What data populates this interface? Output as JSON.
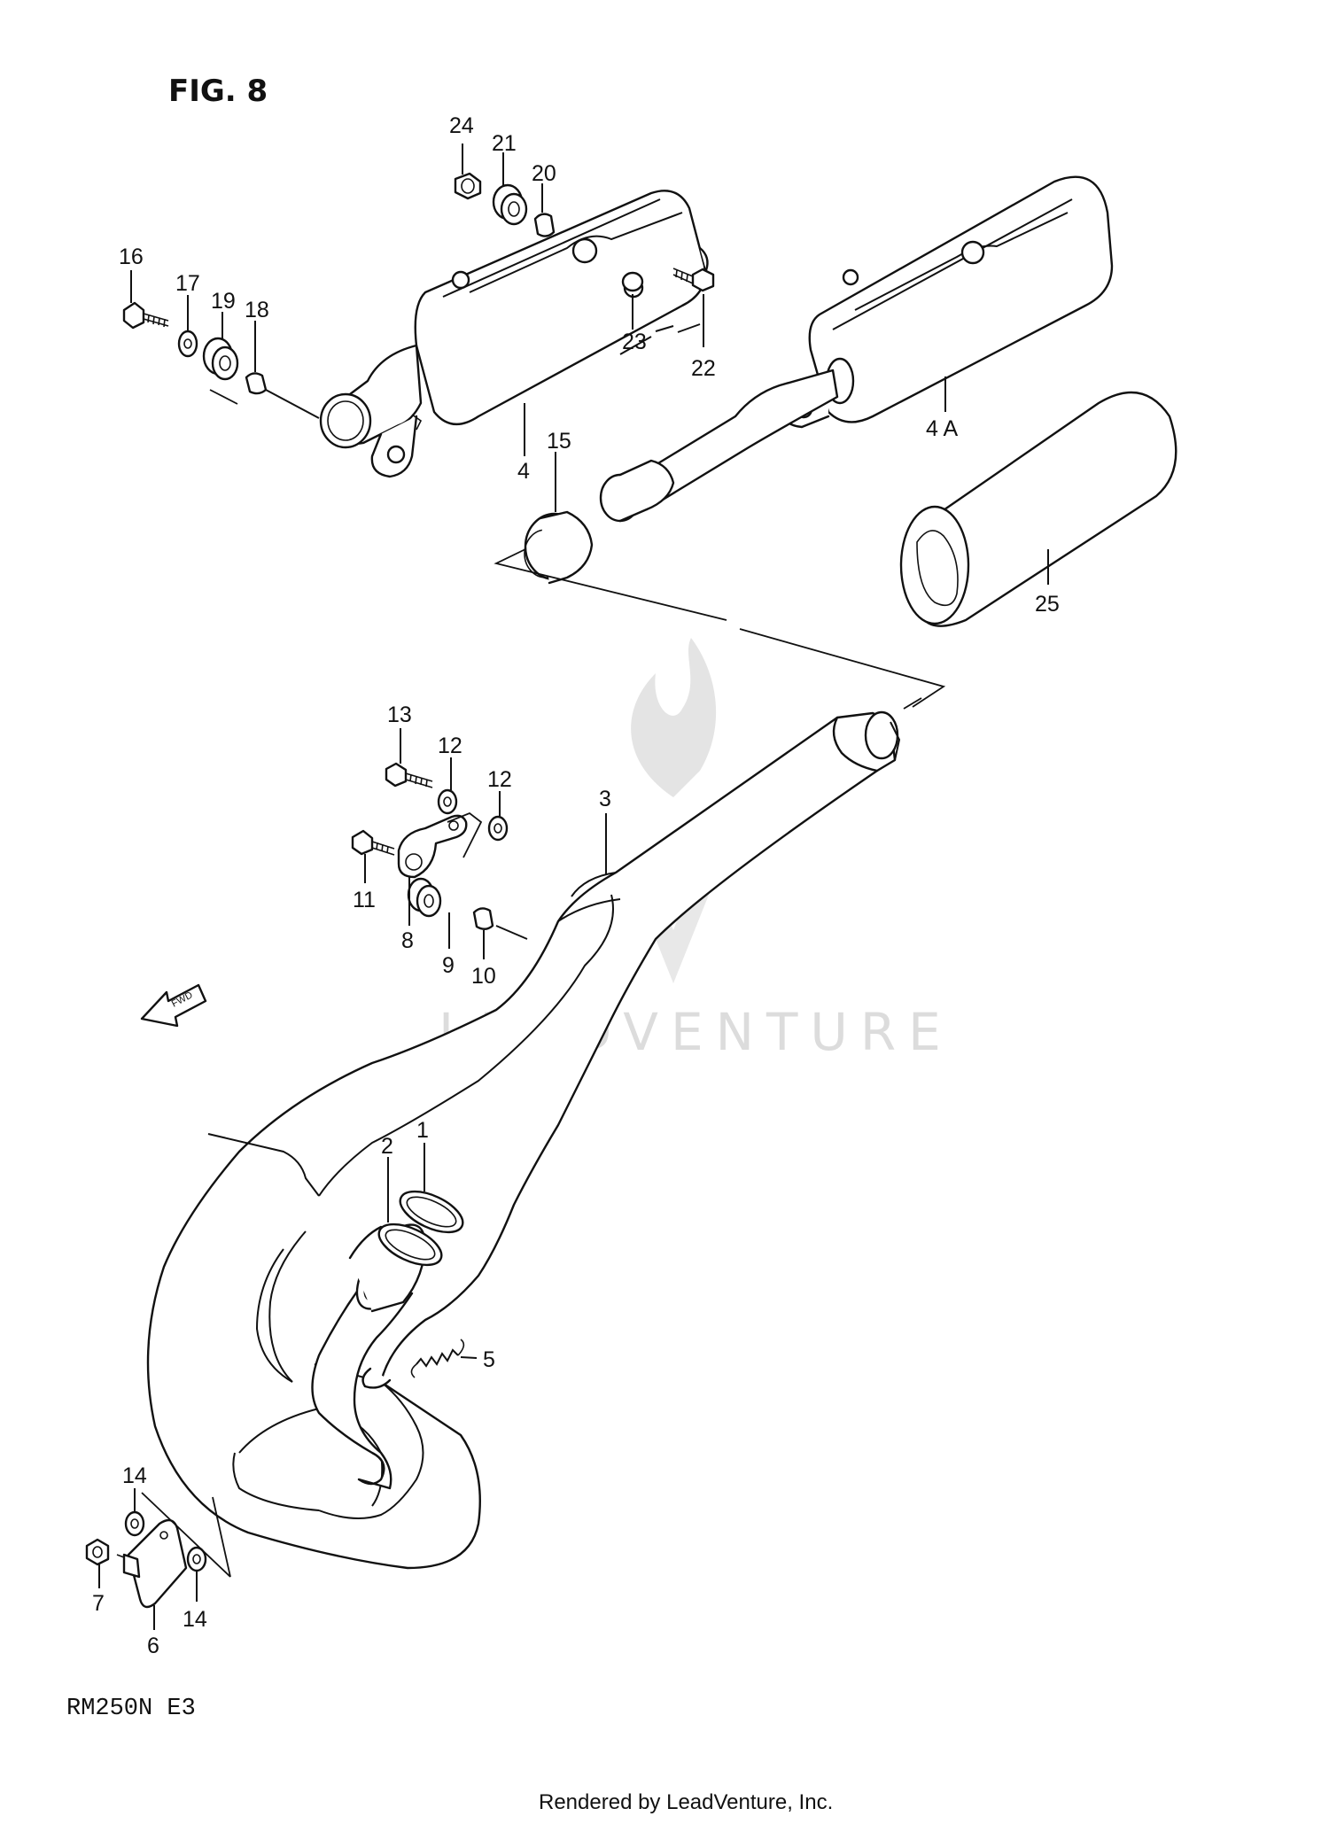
{
  "figure_title": "FIG. 8",
  "model_code": "RM250N E3",
  "footer": "Rendered by LeadVenture, Inc.",
  "watermark": "LEADVENTURE",
  "fwd_label": "FWD",
  "callouts": {
    "c1": "1",
    "c2": "2",
    "c3": "3",
    "c4": "4",
    "c4a": "4 A",
    "c5": "5",
    "c6": "6",
    "c7": "7",
    "c8": "8",
    "c9": "9",
    "c10": "10",
    "c11": "11",
    "c12a": "12",
    "c12b": "12",
    "c13": "13",
    "c14a": "14",
    "c14b": "14",
    "c15": "15",
    "c16": "16",
    "c17": "17",
    "c18": "18",
    "c19": "19",
    "c20": "20",
    "c21": "21",
    "c22": "22",
    "c23": "23",
    "c24": "24",
    "c25": "25"
  }
}
